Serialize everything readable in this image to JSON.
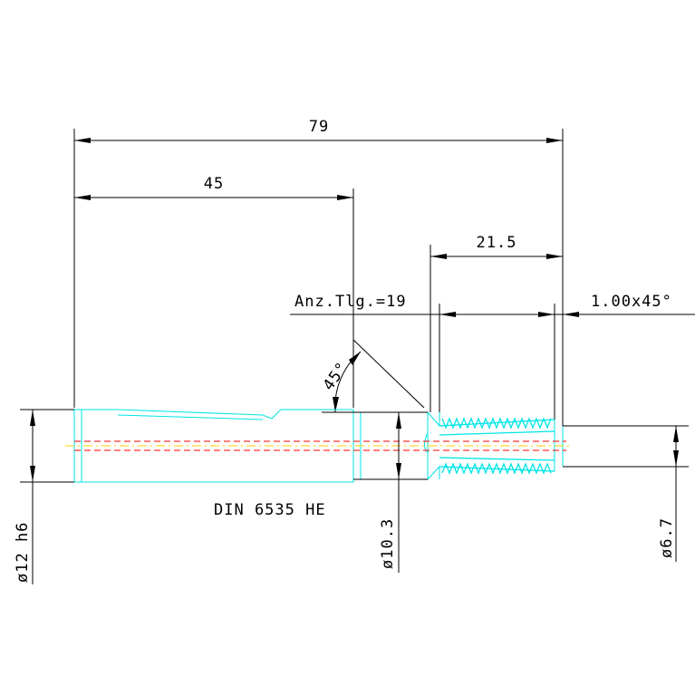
{
  "dimensions": {
    "overall_length": "79",
    "shank_length": "45",
    "thread_length": "21.5",
    "teeth_count": "Anz.Tlg.=19",
    "chamfer": "1.00x45°",
    "angle": "45°",
    "shank_diameter": "ø12 h6",
    "neck_diameter": "ø10.3",
    "thread_diameter": "ø6.7"
  },
  "labels": {
    "standard": "DIN 6535 HE"
  },
  "colors": {
    "dimension_lines": "#000000",
    "part_outline": "#00e5e5",
    "axis_red": "#ff0000",
    "axis_yellow": "#ffd200",
    "background": "#ffffff"
  }
}
